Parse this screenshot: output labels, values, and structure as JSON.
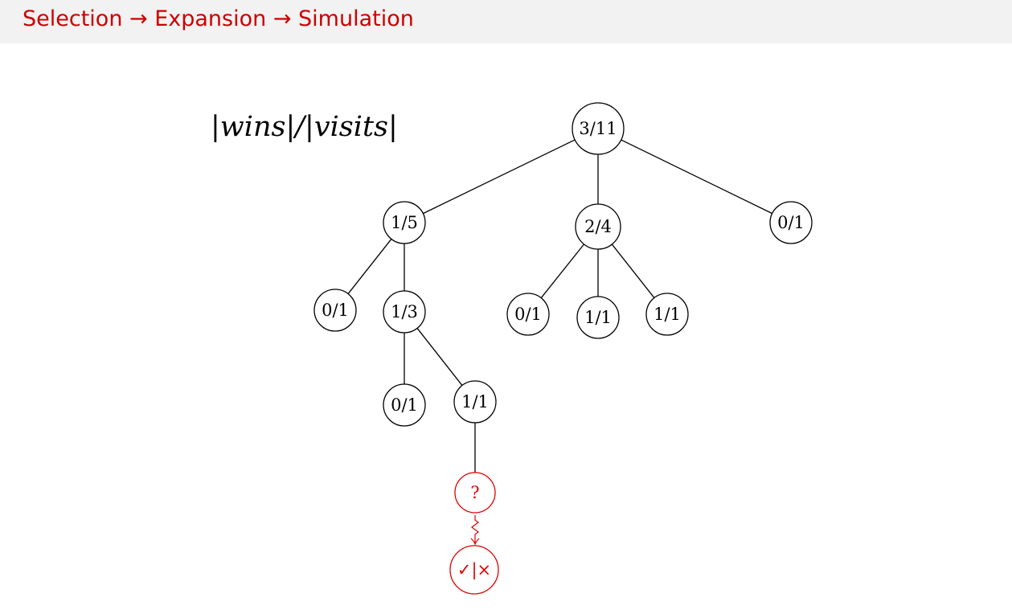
{
  "header": {
    "title": "Selection → Expansion → Simulation"
  },
  "legend": {
    "text": "|wins|/|visits|"
  },
  "colors": {
    "accent": "#cc0000",
    "highlight": "#e00000",
    "header_bg": "#f2f2f2"
  },
  "tree": {
    "nodes": [
      {
        "id": "root",
        "label": "3/11"
      },
      {
        "id": "a",
        "label": "1/5"
      },
      {
        "id": "b",
        "label": "2/4"
      },
      {
        "id": "c",
        "label": "0/1"
      },
      {
        "id": "a1",
        "label": "0/1"
      },
      {
        "id": "a2",
        "label": "1/3"
      },
      {
        "id": "b1",
        "label": "0/1"
      },
      {
        "id": "b2",
        "label": "1/1"
      },
      {
        "id": "b3",
        "label": "1/1"
      },
      {
        "id": "a2a",
        "label": "0/1"
      },
      {
        "id": "a2b",
        "label": "1/1"
      },
      {
        "id": "new",
        "label": "?",
        "highlight": true
      },
      {
        "id": "result",
        "label": "✓|×",
        "highlight": true
      }
    ],
    "edges": [
      [
        "root",
        "a"
      ],
      [
        "root",
        "b"
      ],
      [
        "root",
        "c"
      ],
      [
        "a",
        "a1"
      ],
      [
        "a",
        "a2"
      ],
      [
        "b",
        "b1"
      ],
      [
        "b",
        "b2"
      ],
      [
        "b",
        "b3"
      ],
      [
        "a2",
        "a2a"
      ],
      [
        "a2",
        "a2b"
      ],
      [
        "a2b",
        "new"
      ]
    ],
    "simulation_edge": [
      "new",
      "result"
    ]
  }
}
